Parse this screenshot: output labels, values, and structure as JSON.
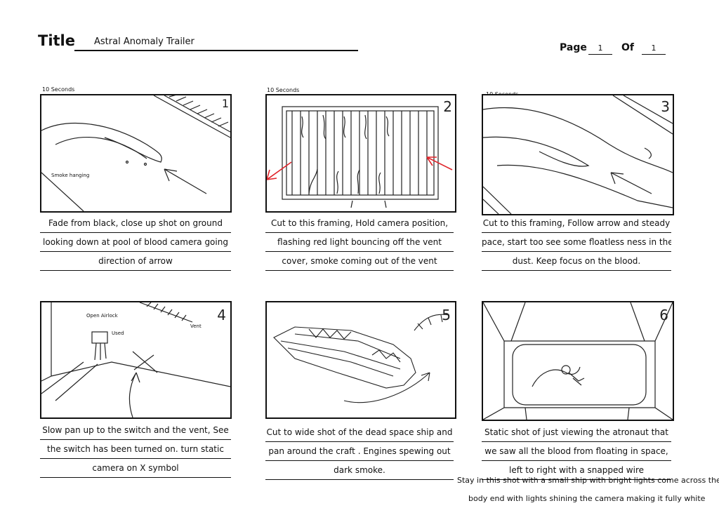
{
  "header": {
    "title_label": "Title",
    "title_value": "Astral Anomaly Trailer",
    "page_label": "Page",
    "page_number": "1",
    "of_label": "Of",
    "page_total": "1"
  },
  "panels": [
    {
      "number": "1",
      "duration": "10 Seconds",
      "note": "Smoke hanging",
      "caption": [
        "Fade from black, close up shot on ground",
        "looking down at pool of blood camera going",
        "direction of arrow"
      ]
    },
    {
      "number": "2",
      "duration": "10 Seconds",
      "caption": [
        "Cut to this framing, Hold camera position,",
        "flashing red light bouncing off the vent",
        "cover, smoke coming out of the vent"
      ]
    },
    {
      "number": "3",
      "duration": "10 Seconds",
      "caption": [
        "Cut to this framing, Follow arrow and steady",
        "pace, start too see some floatless ness in the",
        "dust. Keep focus on the blood."
      ]
    },
    {
      "number": "4",
      "notes": [
        "Open Airlock",
        "Used",
        "Vent"
      ],
      "caption": [
        "Slow pan up to the switch and the vent, See",
        "the switch has been turned on. turn static",
        "camera on X symbol"
      ]
    },
    {
      "number": "5",
      "caption": [
        "Cut to wide shot of the dead space ship and",
        "pan around the craft . Engines spewing out",
        "dark smoke."
      ]
    },
    {
      "number": "6",
      "caption": [
        "Static shot of just viewing the atronaut that",
        "we saw all the blood from floating in space,",
        "left to right with a snapped wire"
      ],
      "extra": [
        "Stay in this shot with a small ship with bright lights come across the",
        "body end with lights shining the camera making it fully white"
      ]
    }
  ],
  "colors": {
    "ink": "#111111",
    "arrow_red": "#e0242a"
  }
}
